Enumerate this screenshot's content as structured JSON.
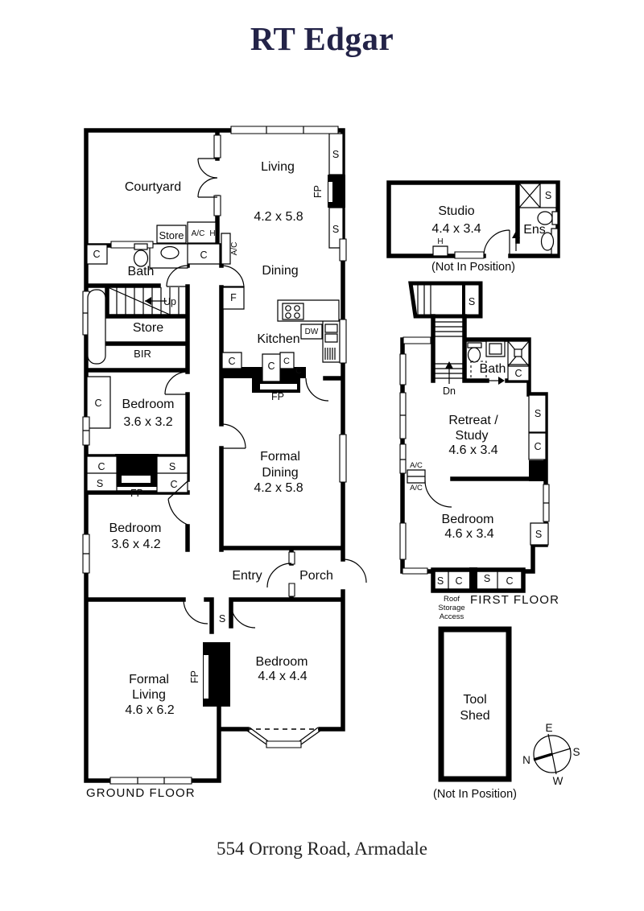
{
  "header": {
    "logo": "RT Edgar"
  },
  "footer": {
    "address": "554 Orrong Road, Armadale"
  },
  "markers": {
    "s": "S",
    "c": "C",
    "fp": "FP",
    "ac": "A/C",
    "h": "H",
    "f": "F",
    "dw": "DW",
    "up": "Up",
    "dn": "Dn"
  },
  "compass": {
    "n": "N",
    "e": "E",
    "s": "S",
    "w": "W"
  },
  "ground": {
    "floor_label": "GROUND FLOOR",
    "courtyard": "Courtyard",
    "living": {
      "name": "Living",
      "dims": "4.2 x 5.8"
    },
    "dining": "Dining",
    "kitchen": "Kitchen",
    "bath": "Bath",
    "store_top": "Store",
    "store": "Store",
    "bir": "BIR",
    "bedroom1": {
      "name": "Bedroom",
      "dims": "3.6 x 3.2"
    },
    "formal_dining": {
      "line1": "Formal",
      "line2": "Dining",
      "dims": "4.2 x 5.8"
    },
    "bedroom2": {
      "name": "Bedroom",
      "dims": "3.6 x 4.2"
    },
    "entry": "Entry",
    "porch": "Porch",
    "formal_living": {
      "line1": "Formal",
      "line2": "Living",
      "dims": "4.6 x 6.2"
    },
    "bedroom3": {
      "name": "Bedroom",
      "dims": "4.4 x 4.4"
    }
  },
  "first": {
    "floor_label": "FIRST FLOOR",
    "studio": {
      "name": "Studio",
      "dims": "4.4 x 3.4"
    },
    "ens": "Ens",
    "bath": "Bath",
    "retreat": {
      "line1": "Retreat /",
      "line2": "Study",
      "dims": "4.6 x 3.4"
    },
    "bedroom": {
      "name": "Bedroom",
      "dims": "4.6 x 3.4"
    },
    "roof_storage": {
      "line1": "Roof",
      "line2": "Storage",
      "line3": "Access"
    },
    "not_in_position": "(Not In Position)"
  },
  "shed": {
    "line1": "Tool",
    "line2": "Shed",
    "not_in_position": "(Not In Position)"
  }
}
